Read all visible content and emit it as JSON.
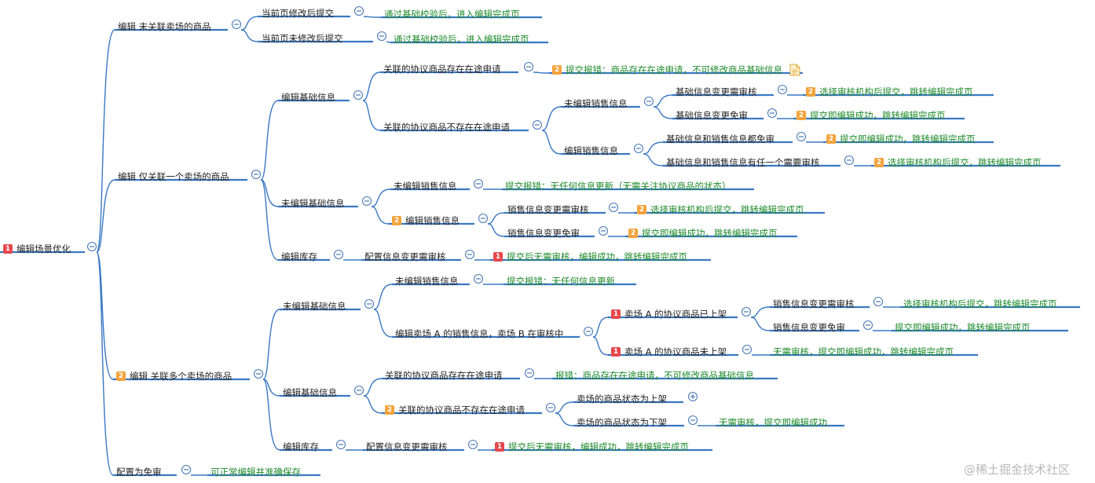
{
  "root": {
    "label": "编辑场景优化",
    "badge": "1"
  },
  "nodes": {
    "n_unlinked": "编辑 未关联卖场的商品",
    "n_cur_mod": "当前页修改后提交",
    "n_cur_mod_res": "通过基础校验后，进入编辑完成页",
    "n_cur_unmod": "当前页未修改后提交",
    "n_cur_unmod_res": "通过基础校验后，进入编辑完成页",
    "n_single": "编辑 仅关联一个卖场的商品",
    "n_s_basic": "编辑基础信息",
    "n_s_exist": "关联的协议商品存在在途申请",
    "n_s_exist_res": "提交报错：商品存在在途申请，不可修改商品基础信息",
    "n_s_notexist": "关联的协议商品不存在在途申请",
    "n_s_unsales": "未编辑销售信息",
    "n_s_basic_need": "基础信息变更需审核",
    "n_s_basic_need_res": "选择审核机构后提交，跳转编辑完成页",
    "n_s_basic_free": "基础信息变更免审",
    "n_s_basic_free_res": "提交即编辑成功，跳转编辑完成页",
    "n_s_sales": "编辑销售信息",
    "n_s_both_free": "基础信息和销售信息都免审",
    "n_s_both_free_res": "提交即编辑成功，跳转编辑完成页",
    "n_s_any_need": "基础信息和销售信息有任一个需要审核",
    "n_s_any_need_res": "选择审核机构后提交，跳转编辑完成页",
    "n_s_unbasic": "未编辑基础信息",
    "n_s_ub_unsales": "未编辑销售信息",
    "n_s_ub_unsales_res": "提交报错：无任何信息更新（无需关注协议商品的状态）",
    "n_s_ub_sales": "编辑销售信息",
    "n_s_sales_need": "销售信息变更需审核",
    "n_s_sales_need_res": "选择审核机构后提交，跳转编辑完成页",
    "n_s_sales_free": "销售信息变更免审",
    "n_s_sales_free_res": "提交即编辑成功，跳转编辑完成页",
    "n_s_stock": "编辑库存",
    "n_s_stock_cfg": "配置信息变更需审核",
    "n_s_stock_res": "提交后无需审核，编辑成功，跳转编辑完成页",
    "n_multi": "编辑 关联多个卖场的商品",
    "n_m_unbasic": "未编辑基础信息",
    "n_m_unsales": "未编辑销售信息",
    "n_m_unsales_res": "提交报错：无任何信息更新",
    "n_m_a_b": "编辑卖场 A 的销售信息，卖场 B 在审核中",
    "n_m_a_on": "卖场 A 的协议商品已上架",
    "n_m_on_need": "销售信息变更需审核",
    "n_m_on_need_res": "选择审核机构后提交，跳转编辑完成页",
    "n_m_on_free": "销售信息变更免审",
    "n_m_on_free_res": "提交即编辑成功，跳转编辑完成页",
    "n_m_a_off": "卖场 A 的协议商品未上架",
    "n_m_a_off_res": "无需审核，提交即编辑成功，跳转编辑完成页",
    "n_m_basic": "编辑基础信息",
    "n_m_exist": "关联的协议商品存在在途申请",
    "n_m_exist_res": "报错：商品存在在途申请，不可修改商品基础信息",
    "n_m_notexist": "关联的协议商品不存在在途申请",
    "n_m_status_on": "卖场的商品状态为上架",
    "n_m_status_off": "卖场的商品状态为下架",
    "n_m_status_off_res": "无需审核，提交即编辑成功",
    "n_m_stock": "编辑库存",
    "n_m_stock_cfg": "配置信息变更需审核",
    "n_m_stock_res": "提交后无需审核，编辑成功，跳转编辑完成页",
    "n_exempt": "配置为免审",
    "n_exempt_res": "可正常编辑并准确保存"
  },
  "badges": {
    "n_s_exist_res": "2",
    "n_s_basic_need_res": "2",
    "n_s_basic_free_res": "2",
    "n_s_both_free_res": "2",
    "n_s_any_need_res": "2",
    "n_s_ub_sales": "2",
    "n_s_sales_need_res": "2",
    "n_s_sales_free_res": "2",
    "n_s_stock_res": "1",
    "n_multi": "2",
    "n_m_a_on": "1",
    "n_m_a_off": "1",
    "n_m_notexist": "2",
    "n_m_stock_res": "1"
  },
  "watermark": "@稀土掘金技术社区",
  "colors": {
    "line": "#3a78c2",
    "result_text": "#1d8a2a",
    "badge_red": "#e5484d",
    "badge_orange": "#f3a33b",
    "toggle": "#4a79b8"
  }
}
